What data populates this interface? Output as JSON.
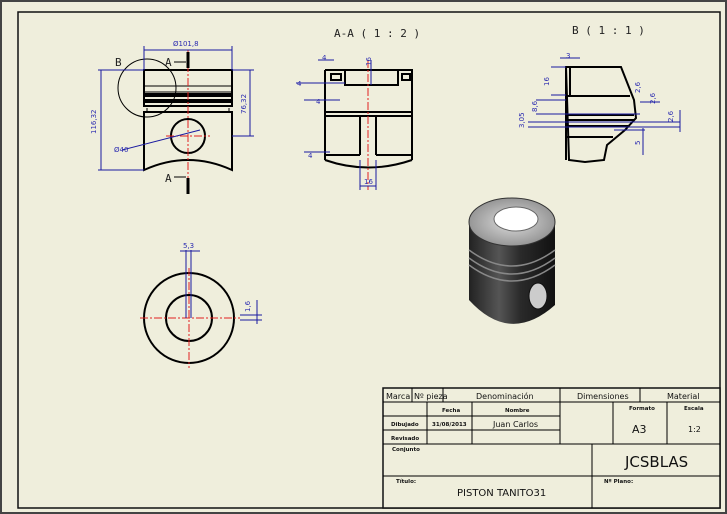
{
  "views": {
    "section_label": "A-A ( 1 : 2 )",
    "detail_label": "B ( 1 : 1 )",
    "section_marker": "A",
    "detail_marker": "B"
  },
  "front_dims": {
    "diameter": "Ø101,8",
    "height_total": "116,32",
    "height_pin": "76,32",
    "pin_diameter": "Ø40"
  },
  "section_dims": {
    "top": "4",
    "left_upper": "4",
    "left_mid": "4",
    "left_lower": "4",
    "center": "16",
    "bottom": "16"
  },
  "detail_dims": {
    "width": "3",
    "land": "16",
    "groove1": "2,6",
    "groove2": "2,6",
    "groove3": "2,6",
    "ring": "8,6",
    "gap": "3,05",
    "bottom": "5"
  },
  "top_dims": {
    "offset": "5,3",
    "step": "1,6"
  },
  "title_block": {
    "marca": "Marca",
    "n_pieza": "Nº pieza",
    "denominacion": "Denominación",
    "dimensiones": "Dimensiones",
    "material": "Material",
    "fecha_h": "Fecha",
    "nombre_h": "Nombre",
    "formato_h": "Formato",
    "escala_h": "Escala",
    "dibujado": "Dibujado",
    "fecha": "31/08/2013",
    "nombre": "Juan Carlos",
    "formato": "A3",
    "escala": "1:2",
    "revisado": "Revisado",
    "conjunto": "Conjunto",
    "company": "JCSBLAS",
    "titulo_h": "Título:",
    "titulo": "PISTON TANITO31",
    "n_plano": "Nº Plano:"
  }
}
